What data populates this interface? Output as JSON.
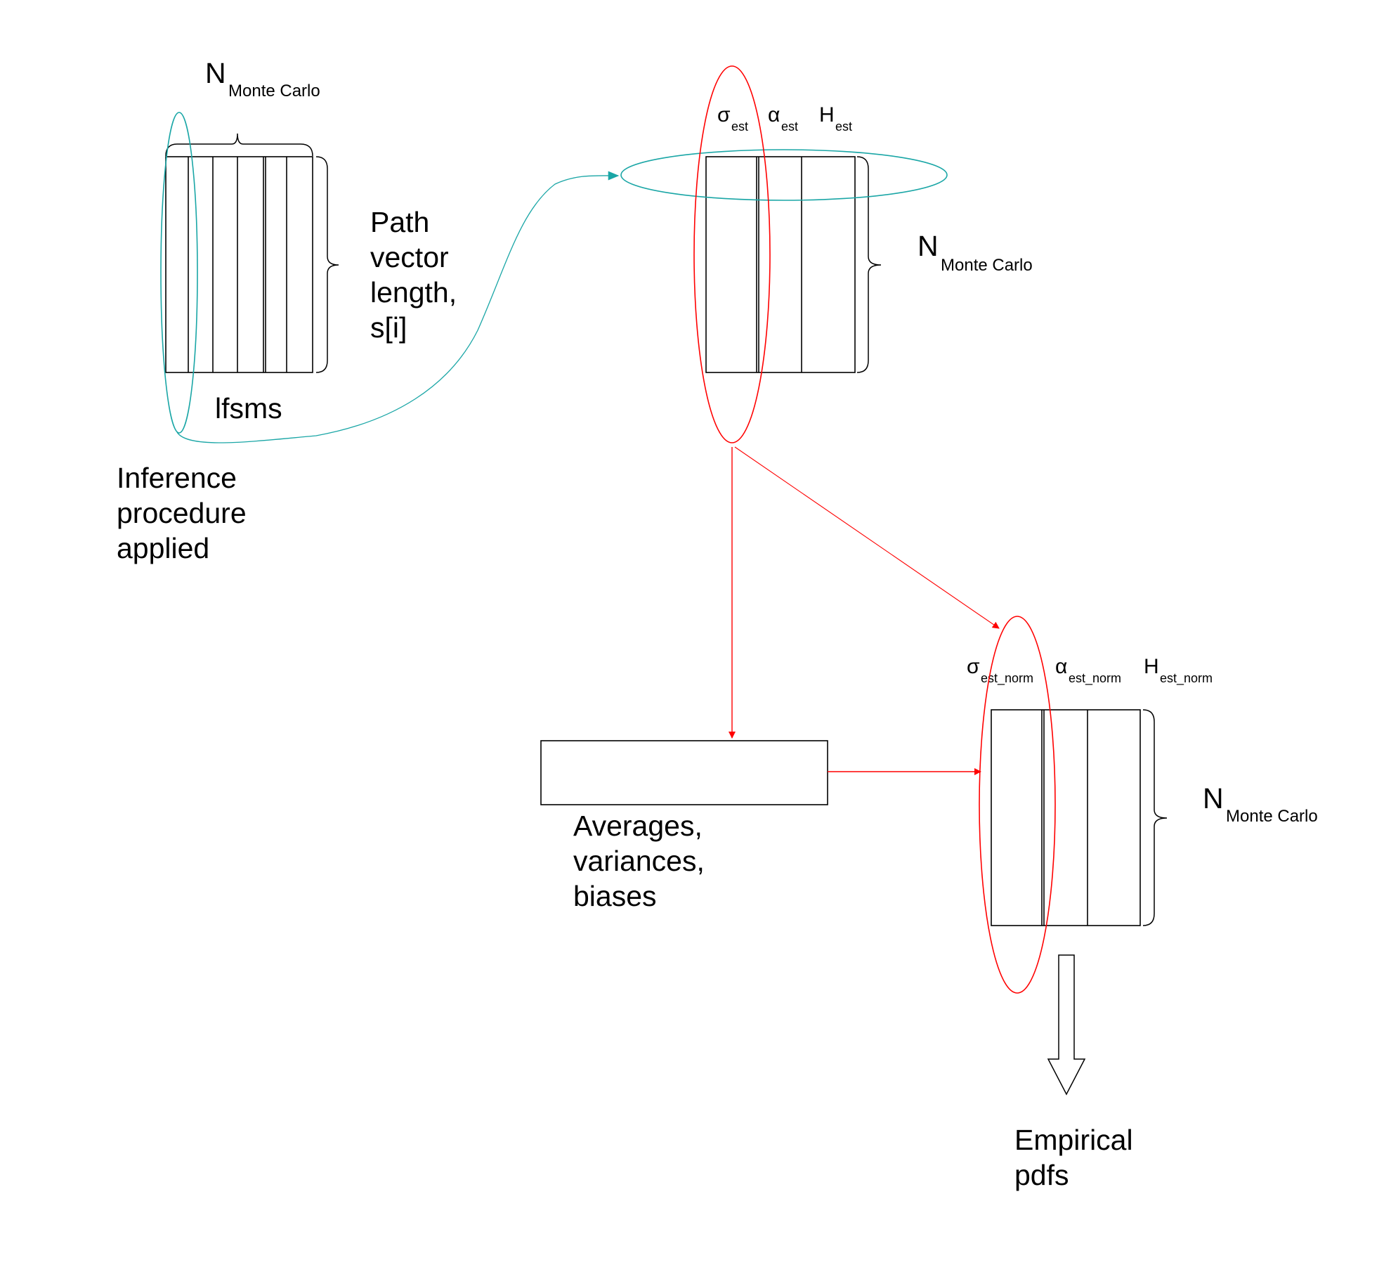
{
  "colors": {
    "cyan": "#1aa6a6",
    "red": "#ff0000",
    "ink": "#000000"
  },
  "lfsms_block": {
    "top_label_main": "N",
    "top_label_sub": "Monte Carlo",
    "side_label_lines": [
      "Path",
      "vector",
      "length,",
      "s[i]"
    ],
    "bottom_label": "lfsms",
    "note_lines": [
      "Inference",
      "procedure",
      "applied"
    ]
  },
  "estimates_block": {
    "headers": [
      {
        "main": "σ",
        "sub": "est"
      },
      {
        "main": "α",
        "sub": "est"
      },
      {
        "main": "H",
        "sub": "est"
      }
    ],
    "side_label_main": "N",
    "side_label_sub": "Monte Carlo"
  },
  "stats_box": {
    "label_lines": [
      "Averages,",
      "variances,",
      "biases"
    ]
  },
  "normalized_block": {
    "headers": [
      {
        "main": "σ",
        "sub": "est_norm"
      },
      {
        "main": "α",
        "sub": "est_norm"
      },
      {
        "main": "H",
        "sub": "est_norm"
      }
    ],
    "side_label_main": "N",
    "side_label_sub": "Monte Carlo"
  },
  "output": {
    "label_lines": [
      "Empirical",
      "pdfs"
    ]
  }
}
